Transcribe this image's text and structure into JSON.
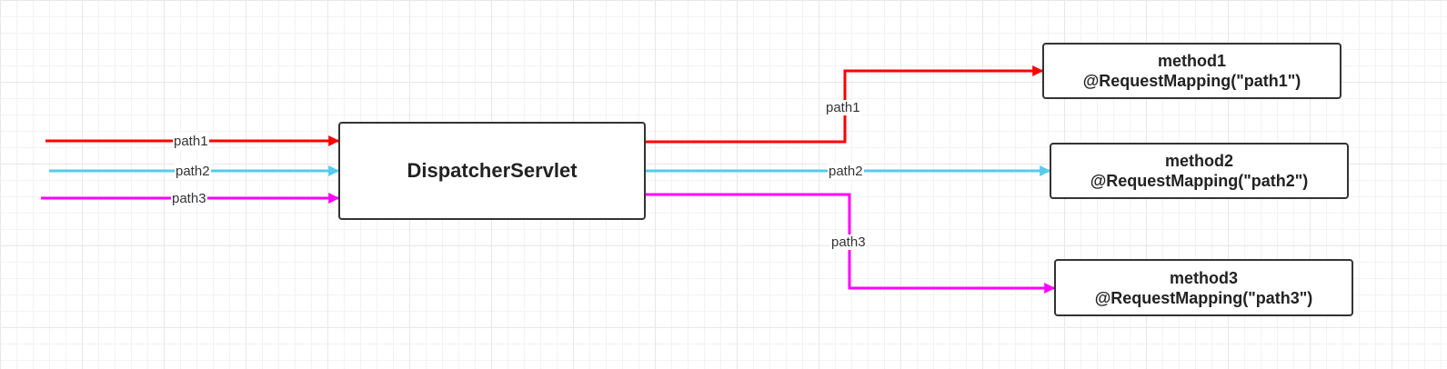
{
  "colors": {
    "path1": "#ff0000",
    "path2": "#55ccea",
    "path3": "#ff00ff",
    "box_border": "#333333"
  },
  "dispatcher": {
    "label": "DispatcherServlet"
  },
  "methods": [
    {
      "name": "method1",
      "mapping": "@RequestMapping(\"path1\")"
    },
    {
      "name": "method2",
      "mapping": "@RequestMapping(\"path2\")"
    },
    {
      "name": "method3",
      "mapping": "@RequestMapping(\"path3\")"
    }
  ],
  "incoming_labels": [
    "path1",
    "path2",
    "path3"
  ],
  "outgoing_labels": [
    "path1",
    "path2",
    "path3"
  ]
}
